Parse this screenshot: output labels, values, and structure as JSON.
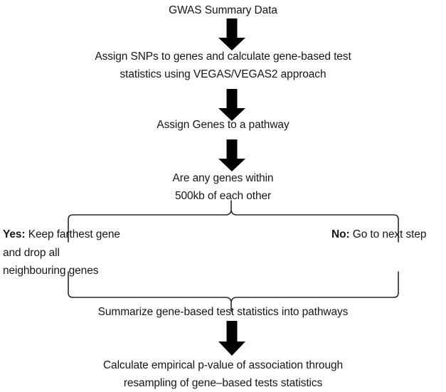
{
  "diagram": {
    "title": "GWAS pathway analysis workflow",
    "type": "flowchart",
    "orientation": "top-to-bottom",
    "background_color": "#ffffff",
    "text_color": "#161616",
    "arrow_color": "#000000",
    "brace_color": "#2a2a2a"
  },
  "nodes": [
    {
      "id": "node-gwas-summary-data",
      "text": "GWAS Summary Data",
      "lines": [
        "GWAS Summary Data"
      ]
    },
    {
      "id": "node-assign-snps",
      "text": "Assign SNPs to genes and calculate gene-based test\nstatistics using VEGAS/VEGAS2 approach",
      "lines": [
        "Assign SNPs to genes and calculate gene-based test",
        "statistics using VEGAS/VEGAS2 approach"
      ]
    },
    {
      "id": "node-assign-genes-pathway",
      "text": "Assign Genes to a pathway",
      "lines": [
        "Assign Genes to a pathway"
      ]
    },
    {
      "id": "node-decision-500kb",
      "text": "Are any genes within\n500kb of each other",
      "lines": [
        "Are any genes within",
        "500kb of each other"
      ]
    },
    {
      "id": "node-summarize-pathways",
      "text": "Summarize gene-based test statistics into pathways",
      "lines": [
        "Summarize gene-based test statistics into pathways"
      ]
    },
    {
      "id": "node-calculate-pvalue",
      "text": "Calculate empirical p-value of association through\nresampling of gene–based tests statistics",
      "lines": [
        "Calculate empirical p-value of association through",
        "resampling of gene–based tests statistics"
      ]
    }
  ],
  "branches": {
    "yes": {
      "keyword": "Yes:",
      "body": " Keep farthest gene",
      "line2": "and drop all",
      "line3": "neighbouring genes",
      "full_text": "Yes: Keep farthest gene and drop all neighbouring genes"
    },
    "no": {
      "keyword": "No:",
      "body": " Go to next step",
      "full_text": "No: Go to next step"
    }
  },
  "connectors": [
    {
      "id": "arrow-1",
      "from": "node-gwas-summary-data",
      "to": "node-assign-snps",
      "shape": "thick-down-arrow"
    },
    {
      "id": "arrow-2",
      "from": "node-assign-snps",
      "to": "node-assign-genes-pathway",
      "shape": "thick-down-arrow"
    },
    {
      "id": "arrow-3",
      "from": "node-assign-genes-pathway",
      "to": "node-decision-500kb",
      "shape": "thick-down-arrow"
    },
    {
      "id": "brace-split",
      "from": "node-decision-500kb",
      "to": "branches",
      "shape": "curly-brace-down"
    },
    {
      "id": "brace-merge",
      "from": "branches",
      "to": "node-summarize-pathways",
      "shape": "curly-brace-up"
    },
    {
      "id": "arrow-4",
      "from": "node-summarize-pathways",
      "to": "node-calculate-pvalue",
      "shape": "thick-down-arrow"
    }
  ]
}
